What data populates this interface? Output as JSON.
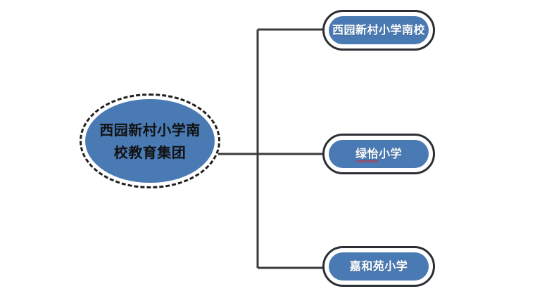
{
  "diagram": {
    "type": "organization-tree",
    "title": "西园新村小学南校教育集团",
    "background_color": "#ffffff",
    "node_fill_color": "#4a7ab3",
    "node_border_color": "#2b2f33",
    "root_border_style": "dashed",
    "connector_color": "#3a3a3a",
    "root": {
      "id": "root",
      "label_line_1": "西园新村小学南",
      "label_line_2": "校教育集团",
      "full_label": "西园新村小学南校教育集团",
      "text_color": "#111111",
      "shape": "ellipse"
    },
    "children": [
      {
        "id": "child-1",
        "label": "西园新村小学南校",
        "text_color": "#ffffff",
        "shape": "rounded-pill",
        "spellcheck_underline": false
      },
      {
        "id": "child-2",
        "label": "绿怡小学",
        "label_marked": "绿怡",
        "label_rest": "小学",
        "text_color": "#ffffff",
        "shape": "rounded-pill",
        "spellcheck_underline": true,
        "spellcheck_color": "#e02020"
      },
      {
        "id": "child-3",
        "label": "嘉和苑小学",
        "text_color": "#ffffff",
        "shape": "rounded-pill",
        "spellcheck_underline": false
      }
    ]
  }
}
